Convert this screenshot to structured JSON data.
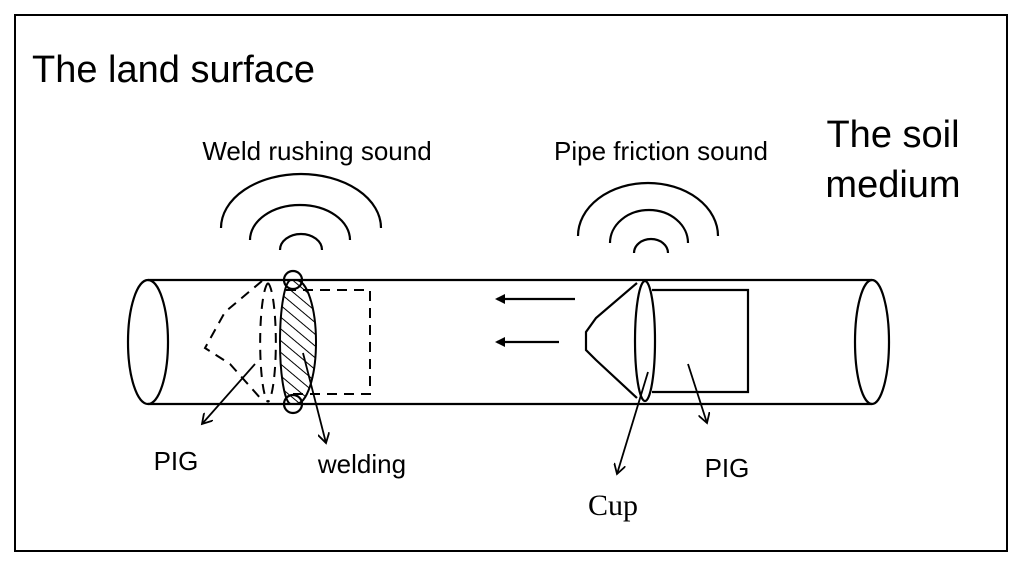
{
  "labels": {
    "land_surface": "The land surface",
    "soil_medium_line1": "The soil",
    "soil_medium_line2": "medium",
    "weld_sound": "Weld rushing sound",
    "friction_sound": "Pipe friction sound",
    "pig_left": "PIG",
    "welding": "welding",
    "pig_right": "PIG",
    "cup": "Cup"
  }
}
